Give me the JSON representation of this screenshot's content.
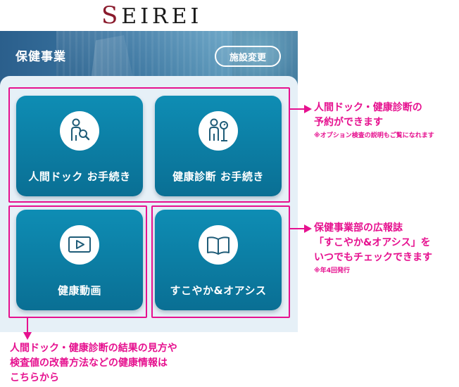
{
  "logo": {
    "first": "S",
    "rest": "EIREI"
  },
  "header": {
    "title": "保健事業",
    "facility_button": "施設変更"
  },
  "tiles": [
    {
      "label": "人間ドック お手続き",
      "icon": "person-search-icon"
    },
    {
      "label": "健康診断 お手続き",
      "icon": "person-checkup-icon"
    },
    {
      "label": "健康動画",
      "icon": "video-play-icon"
    },
    {
      "label": "すこやか&オアシス",
      "icon": "open-book-icon"
    }
  ],
  "annotations": {
    "top": {
      "line1": "人間ドック・健康診断の",
      "line2": "予約ができます",
      "note": "※オプション検査の説明もご覧になれます"
    },
    "middle": {
      "line1": "保健事業部の広報誌",
      "line2": "「すこやか&オアシス」を",
      "line3": "いつでもチェックできます",
      "note": "※年4回発行"
    },
    "bottom": {
      "line1": "人間ドック・健康診断の結果の見方や",
      "line2": "検査値の改善方法などの健康情報は",
      "line3": "こちらから"
    }
  },
  "colors": {
    "accent": "#e6118f",
    "tile_top": "#0e8db4",
    "tile_bottom": "#0a6f94",
    "icon_stroke": "#1f5c78",
    "panel": "#e6f0f7"
  }
}
